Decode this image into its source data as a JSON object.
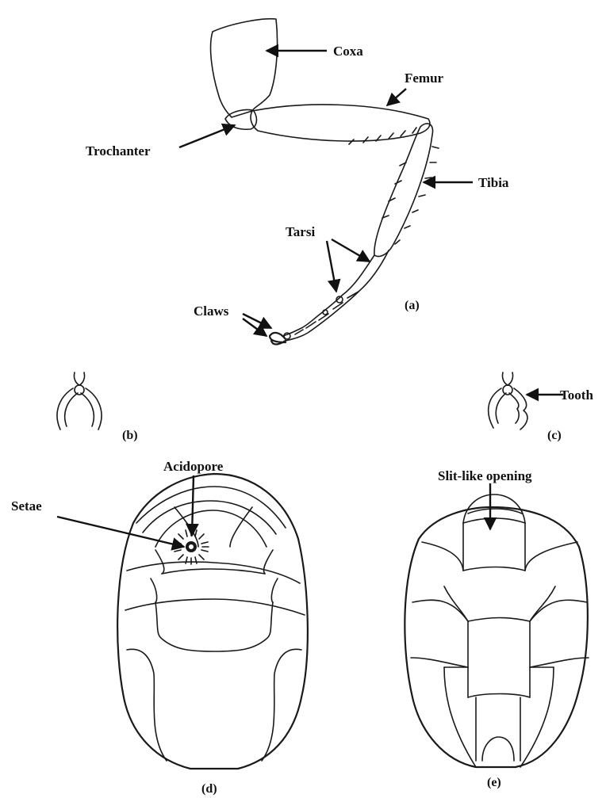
{
  "panels": {
    "a": {
      "caption": "(a)",
      "labels": {
        "coxa": "Coxa",
        "femur": "Femur",
        "trochanter": "Trochanter",
        "tibia": "Tibia",
        "tarsi": "Tarsi",
        "claws": "Claws"
      }
    },
    "b": {
      "caption": "(b)"
    },
    "c": {
      "caption": "(c)",
      "labels": {
        "tooth": "Tooth"
      }
    },
    "d": {
      "caption": "(d)",
      "labels": {
        "acidopore": "Acidopore",
        "setae": "Setae"
      }
    },
    "e": {
      "caption": "(e)",
      "labels": {
        "opening": "Slit-like opening"
      }
    }
  }
}
